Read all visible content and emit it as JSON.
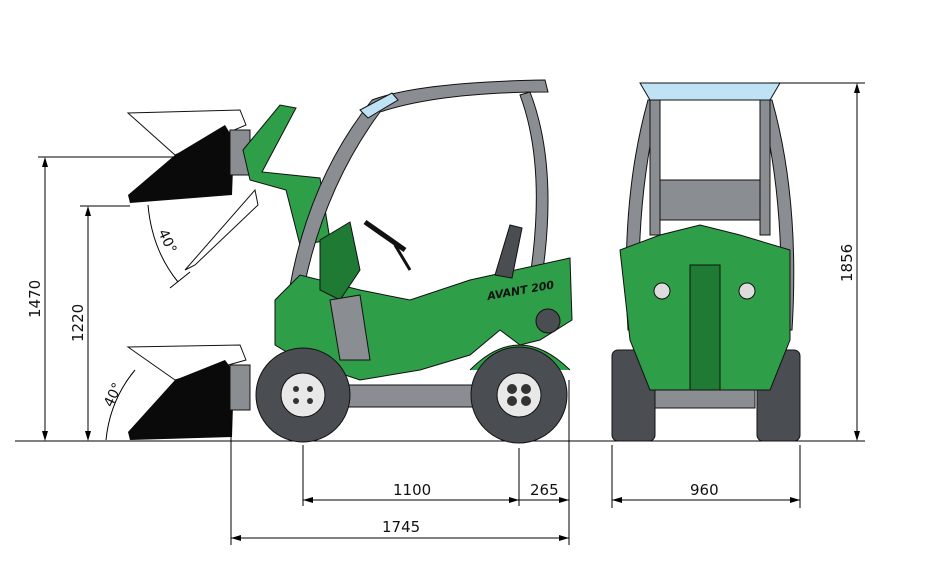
{
  "drawing": {
    "brand_logo": "AVANT 200",
    "side_view": {
      "lift_height_max": "1470",
      "lift_height_low": "1220",
      "bucket_angle_top": "40°",
      "bucket_angle_bottom": "40°",
      "wheelbase": "1100",
      "front_overhang": "265",
      "overall_length": "1745"
    },
    "front_view": {
      "width": "960",
      "height": "1856"
    },
    "colors": {
      "body": "#2f9e48",
      "frame": "#8a8e92",
      "roof": "#bfe3f5",
      "tyre": "#4a4e53"
    }
  }
}
